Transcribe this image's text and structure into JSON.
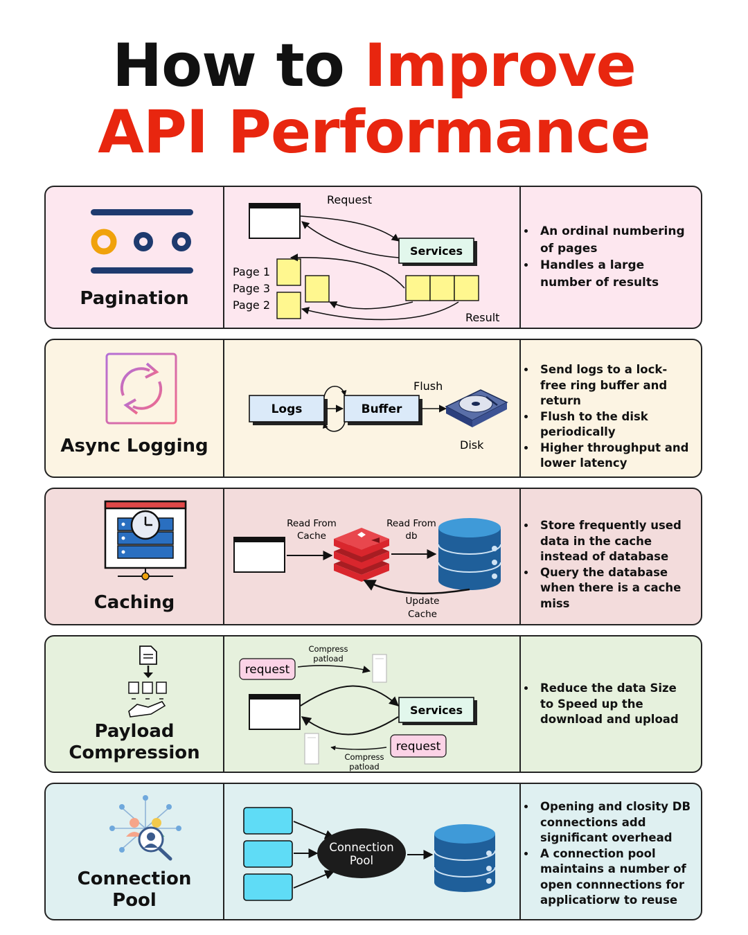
{
  "title": {
    "part1": "How to ",
    "part2": "Improve",
    "line2": "API Performance"
  },
  "rows": [
    {
      "label": "Pagination",
      "diagram": {
        "request": "Request",
        "services": "Services",
        "page1": "Page 1",
        "page3": "Page 3",
        "page2": "Page 2",
        "result": "Result"
      },
      "bullets": [
        "An ordinal numbering of pages",
        "Handles a large number of results"
      ]
    },
    {
      "label": "Async Logging",
      "diagram": {
        "logs": "Logs",
        "buffer": "Buffer",
        "flush": "Flush",
        "disk": "Disk"
      },
      "bullets": [
        "Send logs to a lock-free ring buffer and return",
        "Flush to the disk periodically",
        "Higher throughput and lower latency"
      ]
    },
    {
      "label": "Caching",
      "diagram": {
        "read_cache_1": "Read From",
        "read_cache_2": "Cache",
        "read_db_1": "Read From",
        "read_db_2": "db",
        "update_1": "Update",
        "update_2": "Cache"
      },
      "bullets": [
        "Store frequently used data in the cache instead of database",
        "Query the database when there is a cache miss"
      ]
    },
    {
      "label_line1": "Payload",
      "label_line2": "Compression",
      "diagram": {
        "request_top": "request",
        "compress_top_1": "Compress",
        "compress_top_2": "patload",
        "services": "Services",
        "request_bottom": "request",
        "compress_bottom_1": "Compress",
        "compress_bottom_2": "patload"
      },
      "bullets": [
        "Reduce the data Size to Speed up the download and upload"
      ]
    },
    {
      "label_line1": "Connection",
      "label_line2": "Pool",
      "diagram": {
        "pool_1": "Connection",
        "pool_2": "Pool"
      },
      "bullets": [
        "Opening and closity DB connections add significant overhead",
        "A connection pool maintains a number of open connnections for applicatiorw to reuse"
      ]
    }
  ],
  "colors": {
    "accent": "#e8260f",
    "row1_bg": "#fde7ef",
    "row2_bg": "#fcf4e3",
    "row3_bg": "#f3dcdc",
    "row4_bg": "#e6f1dd",
    "row5_bg": "#dff0f1",
    "navy": "#1e3a6e",
    "orange": "#f0a20c",
    "note_yellow": "#fff78f",
    "services_green": "#e2f7ec",
    "logs_blue": "#dbeaf9",
    "db_blue": "#2f7fc0",
    "cache_red": "#d9262d",
    "cyan_box": "#5fdcf6"
  },
  "icons": [
    "pagination-dots-icon",
    "refresh-cycle-icon",
    "server-clock-icon",
    "document-compress-icon",
    "people-network-icon",
    "browser-window-icon",
    "hard-disk-icon",
    "redis-cache-icon",
    "database-icon",
    "file-icon"
  ]
}
